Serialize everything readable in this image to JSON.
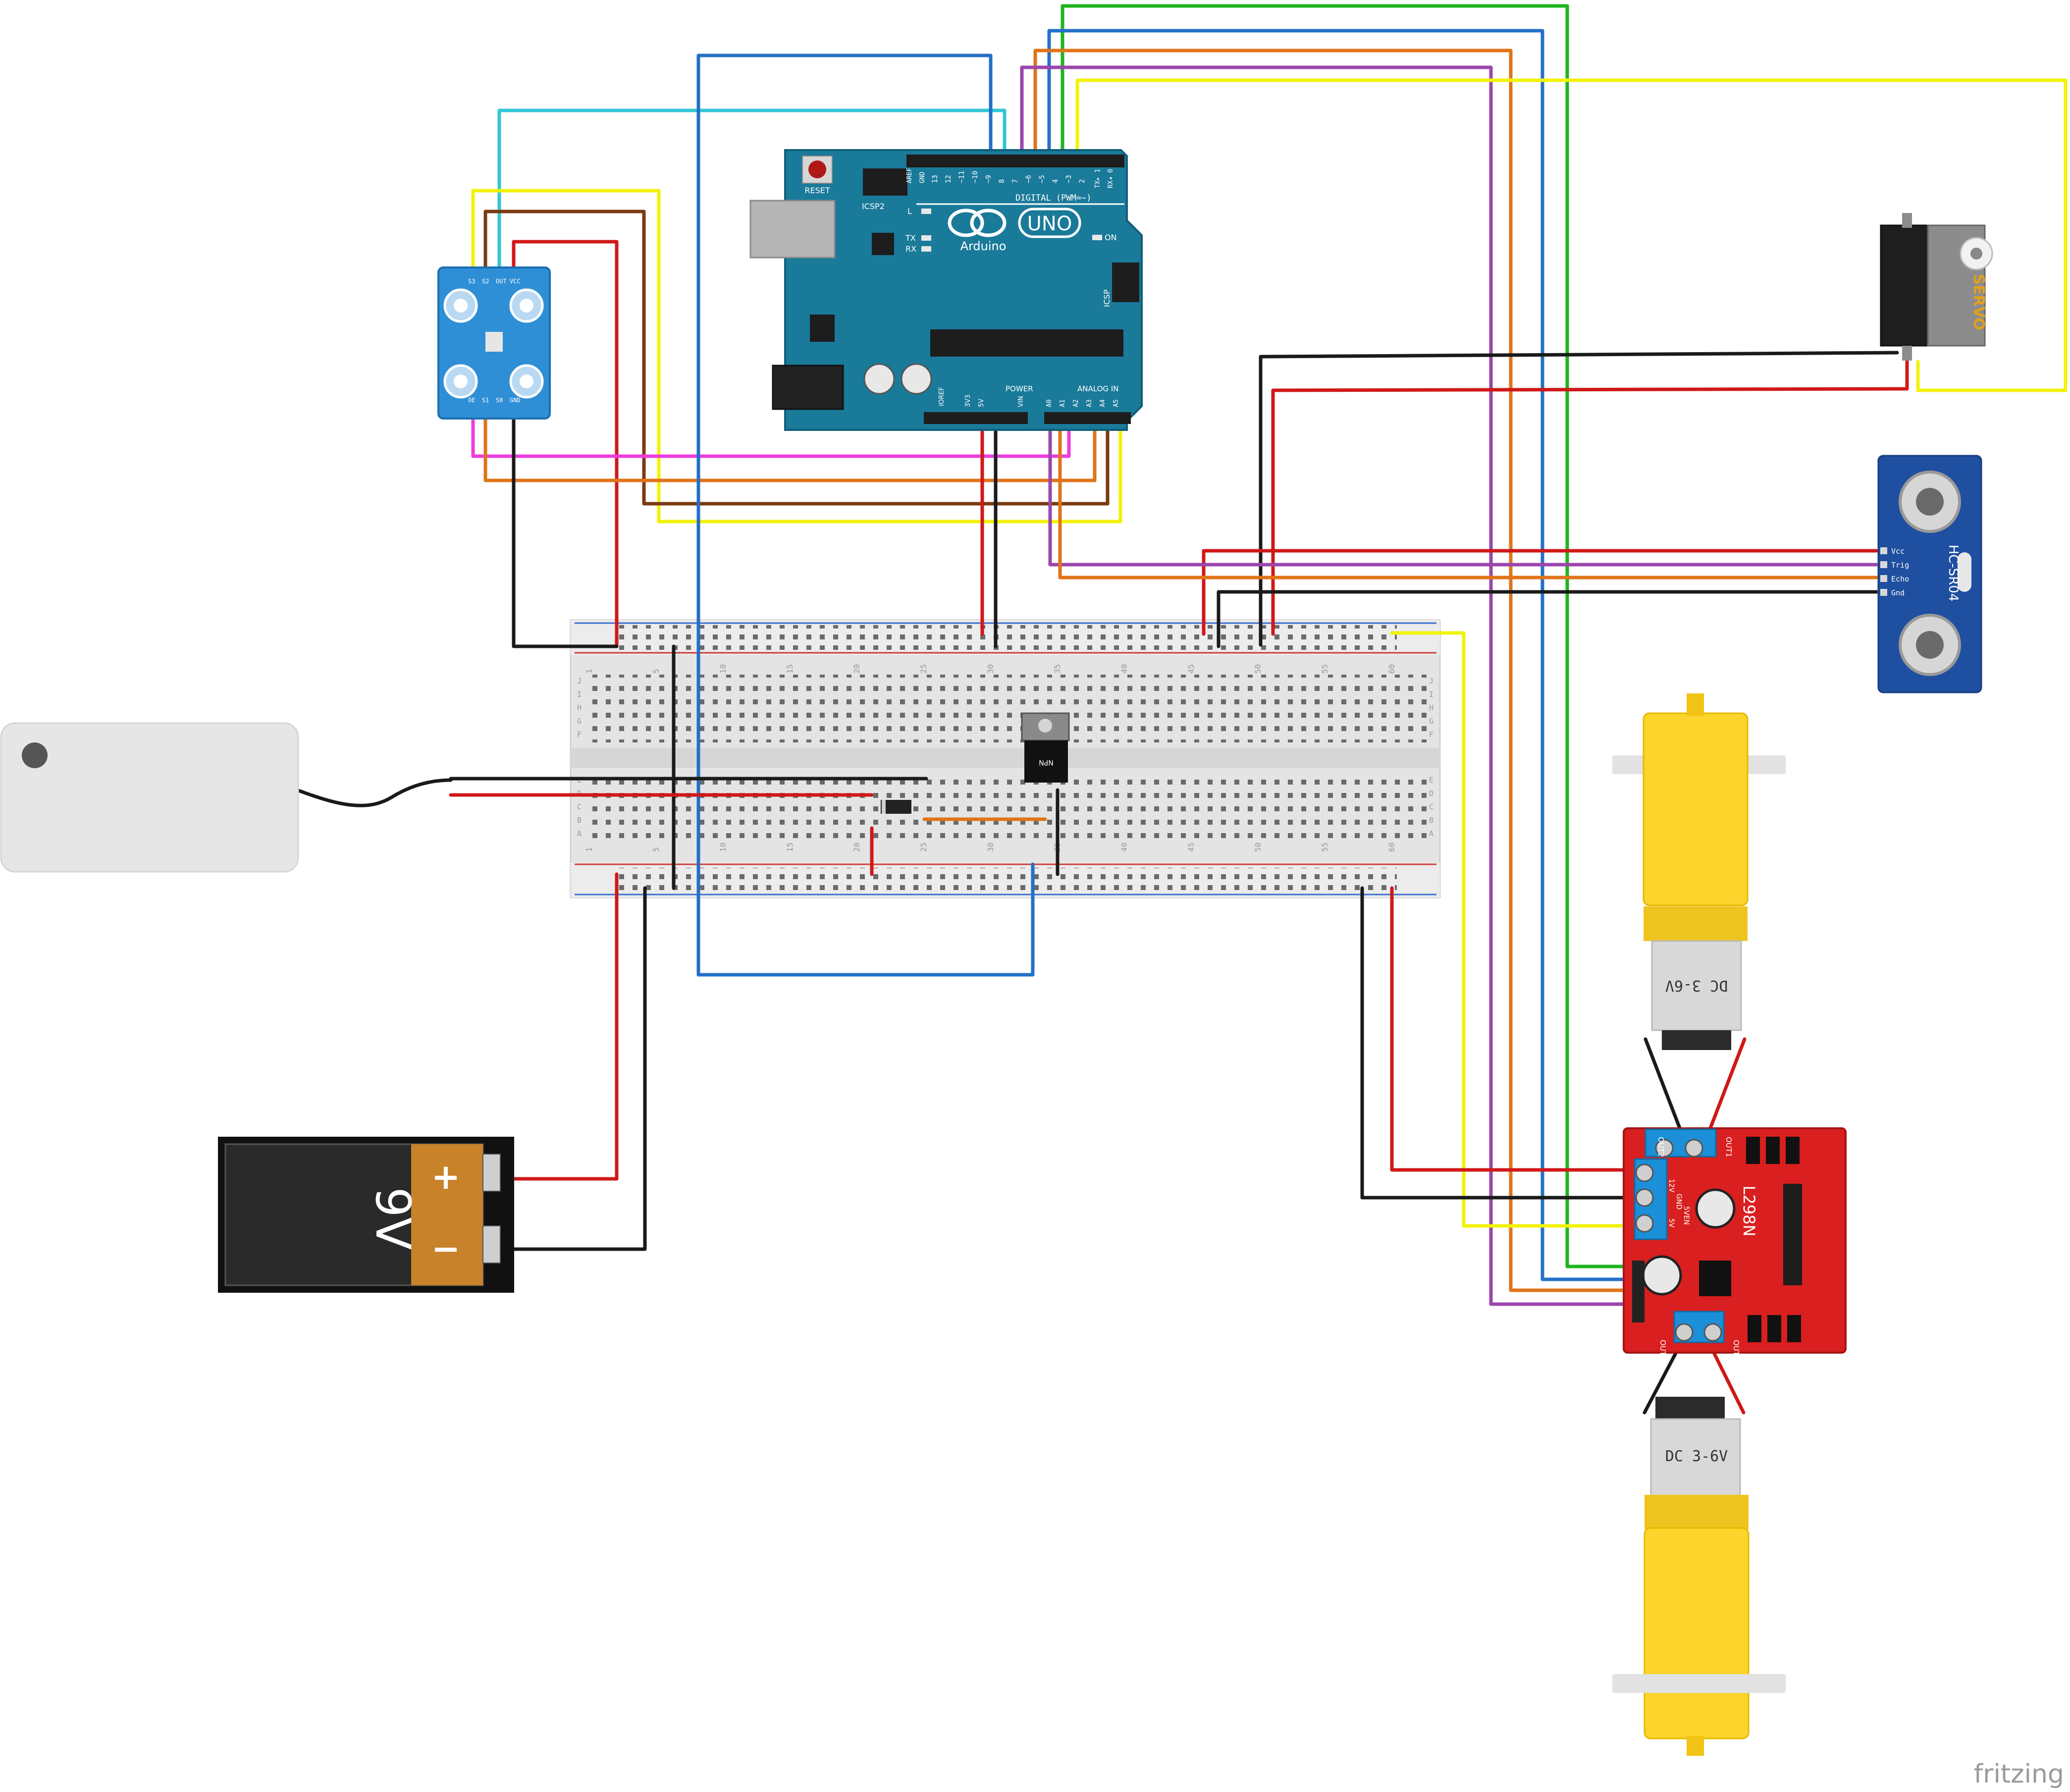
{
  "colors": {
    "arduino": "#1a7a9a",
    "arduino_dark": "#0f5e78",
    "breadboard": "#e9e9e9",
    "sensor_board": "#2e8fd6",
    "driver_board": "#d91f1f",
    "driver_terminal": "#1b8fd8",
    "motor_yellow": "#fbd52c",
    "battery_orange": "#c8822a",
    "ultrasonic": "#1f4fa0",
    "wire_red": "#d01818",
    "wire_black": "#1a1a1a",
    "wire_blue": "#2470c8",
    "wire_green": "#1fb31f",
    "wire_orange": "#e07418",
    "wire_yellow": "#f2f20c",
    "wire_purple": "#9b46ac",
    "wire_brown": "#7a3a12",
    "wire_cyan": "#33c6d6",
    "wire_magenta": "#ee3ce0"
  },
  "arduino": {
    "reset": "RESET",
    "icsp2": "ICSP2",
    "icsp": "ICSP",
    "brand": "Arduino",
    "model": "UNO",
    "digital": "DIGITAL (PWM=~)",
    "power": "POWER",
    "analog": "ANALOG IN",
    "on": "ON",
    "l": "L",
    "tx": "TX",
    "rx": "RX",
    "aref": "AREF",
    "gnd": "GND",
    "ioref": "IOREF",
    "v5": "5V",
    "v33": "3V3",
    "vin": "VIN",
    "txrx": "TX▸ 1",
    "rxrx": "RX◂ 0",
    "digital_pins": [
      "13",
      "12",
      "~11",
      "~10",
      "~9",
      "8",
      "7",
      "~6",
      "~5",
      "4",
      "~3",
      "2"
    ],
    "analog_pins": [
      "A0",
      "A1",
      "A2",
      "A3",
      "A4",
      "A5"
    ]
  },
  "color_sensor": {
    "top_labels": [
      "S3",
      "S2",
      "OUT",
      "VCC"
    ],
    "bottom_labels": [
      "OE",
      "S1",
      "S0",
      "GND"
    ]
  },
  "breadboard": {
    "col_numbers": [
      "1",
      "5",
      "10",
      "15",
      "20",
      "25",
      "30",
      "35",
      "40",
      "45",
      "50",
      "55",
      "60"
    ],
    "row_letters_top": [
      "J",
      "I",
      "H",
      "G",
      "F"
    ],
    "row_letters_bottom": [
      "E",
      "D",
      "C",
      "B",
      "A"
    ]
  },
  "transistor": {
    "label": "NPN"
  },
  "servo": {
    "label": "SERVO"
  },
  "ultrasonic": {
    "model": "HC-SR04",
    "pins": [
      "Vcc",
      "Trig",
      "Echo",
      "Gnd"
    ]
  },
  "driver": {
    "model": "L298N",
    "out1": "OUT1",
    "out2": "OUT2",
    "out3": "OUT3",
    "out4": "OUT4",
    "v12": "12V",
    "gnd": "GND",
    "v5": "5V",
    "v5en": "5VEN"
  },
  "motor_top": {
    "label": "DC 3-6V"
  },
  "motor_bottom": {
    "label": "DC 3-6V"
  },
  "battery": {
    "voltage": "9V",
    "plus": "+",
    "minus": "−"
  },
  "watermark": "fritzing"
}
